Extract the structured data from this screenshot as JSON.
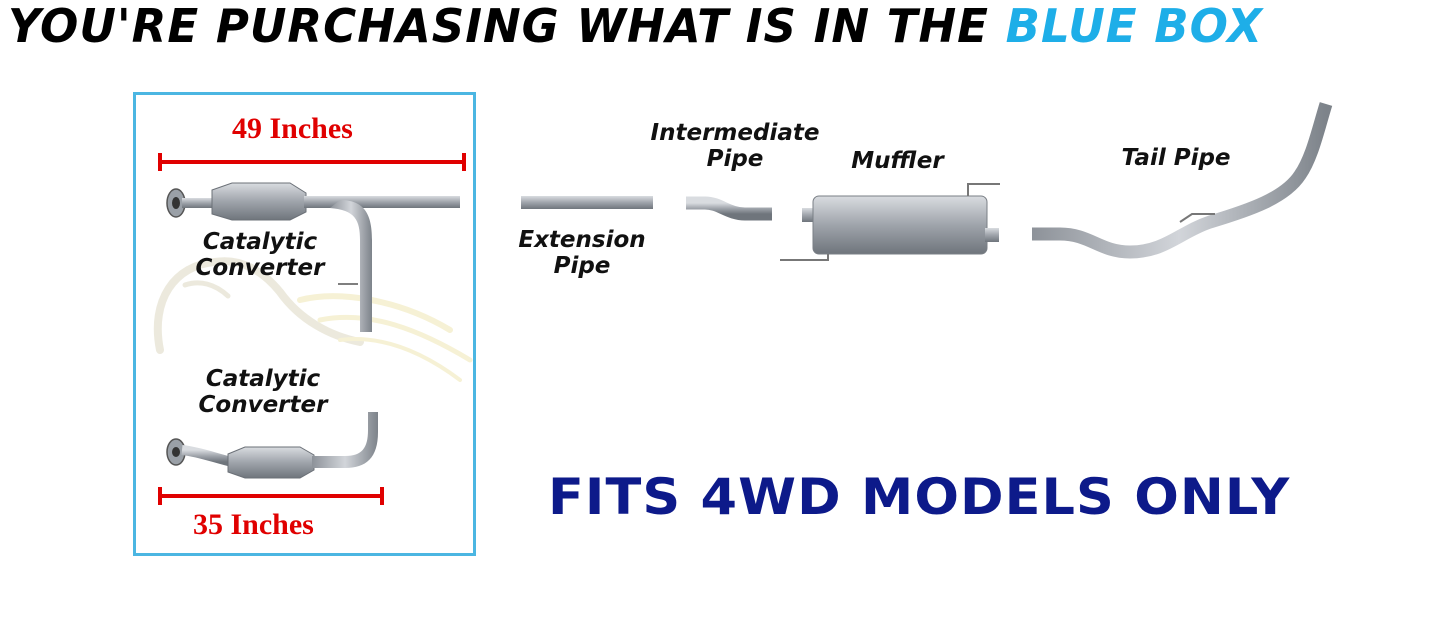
{
  "headline": {
    "main": "YOU'RE PURCHASING WHAT IS IN THE",
    "highlight": "BLUE BOX"
  },
  "measurements": {
    "top": "49 Inches",
    "bottom": "35 Inches"
  },
  "parts": {
    "cat_upper": [
      "Catalytic",
      "Converter"
    ],
    "cat_lower": [
      "Catalytic",
      "Converter"
    ],
    "extension": [
      "Extension",
      "Pipe"
    ],
    "intermediate": [
      "Intermediate",
      "Pipe"
    ],
    "muffler": "Muffler",
    "tail": "Tail Pipe"
  },
  "fits_note": "FITS 4WD MODELS ONLY",
  "colors": {
    "highlight_blue": "#1eaee8",
    "box_border": "#4bb6e2",
    "measure_red": "#e00000",
    "fits_navy": "#0d1a8a",
    "pipe_gray": "#a9adb3"
  }
}
